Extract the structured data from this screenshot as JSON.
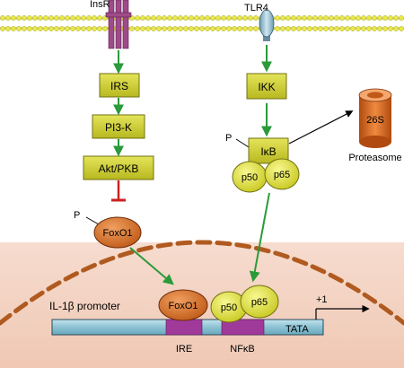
{
  "receptors": {
    "insr": "InsR",
    "tlr4": "TLR4"
  },
  "insulin_pathway": {
    "irs": "IRS",
    "pi3k": "PI3-K",
    "akt": "Akt/PKB",
    "foxo1": "FoxO1",
    "phospho": "P"
  },
  "tlr4_pathway": {
    "ikk": "IKK",
    "ikb": "IκB",
    "phospho": "P",
    "p50": "p50",
    "p65": "p65"
  },
  "proteasome": {
    "label_26s": "26S",
    "name": "Proteasome"
  },
  "promoter": {
    "name": "IL-1β promoter",
    "foxo1": "FoxO1",
    "p50": "p50",
    "p65": "p65",
    "plus_one": "+1",
    "tata": "TATA",
    "ire": "IRE",
    "nfkb": "NFκB"
  },
  "colors": {
    "membrane_head": "#e8e84a",
    "box_fill": "#d0d030",
    "oval_fill": "#e0e040",
    "foxo_fill": "#d86a28",
    "activation_arrow": "#2a9a3a",
    "inhibition": "#cc2020",
    "nucleus_fill": "#f3d0c0",
    "dna_fill": "#98c8d8",
    "dna_site": "#a03a9a",
    "receptor": "#a04a8a"
  }
}
